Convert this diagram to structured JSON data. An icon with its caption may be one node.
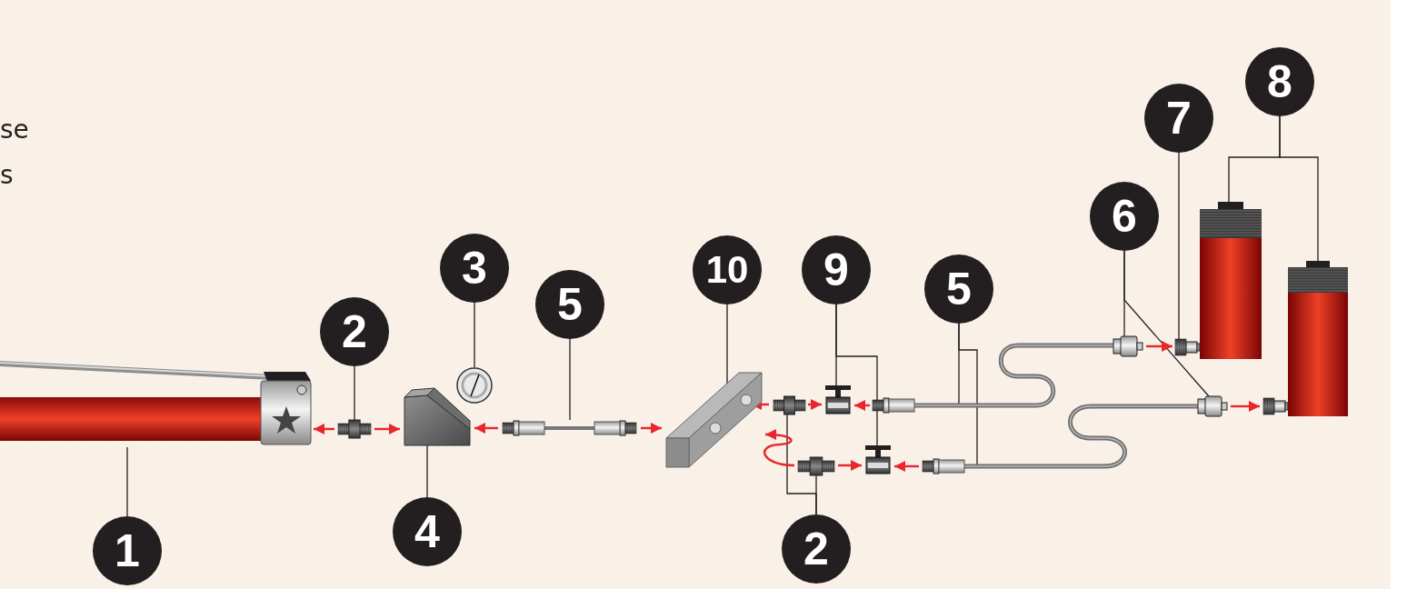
{
  "diagram": {
    "nodes": [
      {
        "text": [
          "1"
        ]
      },
      {
        "text": [
          "2"
        ]
      },
      {
        "text": [
          "3"
        ]
      },
      {
        "text": [
          "4"
        ]
      },
      {
        "text": [
          "5"
        ]
      },
      {
        "text": [
          "10"
        ]
      },
      {
        "text": [
          "9"
        ]
      },
      {
        "text": [
          "5"
        ]
      },
      {
        "text": [
          "6"
        ]
      },
      {
        "text": [
          "7"
        ]
      },
      {
        "text": [
          "8"
        ]
      },
      {
        "text": [
          "2"
        ]
      },
      {
        "text": [],
        "shape": "picture"
      },
      {
        "text": [],
        "shape": "picture"
      },
      {
        "text": [],
        "shape": "picture"
      },
      {
        "text": [],
        "shape": "picture"
      },
      {
        "text": [],
        "shape": "picture"
      },
      {
        "text": [],
        "shape": "picture"
      },
      {
        "text": [],
        "shape": "picture"
      },
      {
        "text": [],
        "shape": "picture"
      },
      {
        "text": [],
        "shape": "picture"
      },
      {
        "text": [],
        "shape": "picture"
      },
      {
        "text": [],
        "shape": "picture"
      },
      {
        "text": [],
        "shape": "picture"
      },
      {
        "text": [],
        "shape": "picture"
      },
      {
        "text": [],
        "shape": "picture"
      },
      {
        "text": [],
        "shape": "picture"
      },
      {
        "text": [],
        "shape": "picture"
      },
      {
        "text": [],
        "shape": "picture"
      },
      {
        "text": [],
        "shape": "picture"
      }
    ],
    "edges": [
      {
        "from": 0,
        "to": 12,
        "arrow": "none"
      },
      {
        "from": 1,
        "to": 13,
        "arrow": "none"
      },
      {
        "from": 2,
        "to": 15,
        "arrow": "none"
      },
      {
        "from": 3,
        "to": 14,
        "arrow": "none"
      },
      {
        "from": 4,
        "to": 16,
        "arrow": "none"
      },
      {
        "from": 5,
        "to": 17,
        "arrow": "none"
      },
      {
        "from": 6,
        "to": 19,
        "arrow": "none"
      },
      {
        "from": 6,
        "to": 22,
        "arrow": "none"
      },
      {
        "from": 7,
        "to": 20,
        "arrow": "none"
      },
      {
        "from": 7,
        "to": 23,
        "arrow": "none"
      },
      {
        "from": 8,
        "to": 24,
        "arrow": "none"
      },
      {
        "from": 8,
        "to": 25,
        "arrow": "none"
      },
      {
        "from": 9,
        "to": 26,
        "arrow": "none"
      },
      {
        "from": 10,
        "to": 28,
        "arrow": "none"
      },
      {
        "from": 10,
        "to": 29,
        "arrow": "none"
      },
      {
        "from": 11,
        "to": 21,
        "arrow": "none"
      },
      {
        "from": 11,
        "to": 18,
        "arrow": "none"
      },
      {
        "from": 13,
        "to": 12,
        "arrow": "to",
        "color": "#e8262b"
      },
      {
        "from": 13,
        "to": 14,
        "arrow": "to",
        "color": "#e8262b"
      },
      {
        "from": 16,
        "to": 14,
        "arrow": "to",
        "color": "#e8262b"
      },
      {
        "from": 16,
        "to": 17,
        "arrow": "to",
        "color": "#e8262b"
      },
      {
        "from": 18,
        "to": 17,
        "arrow": "to",
        "color": "#e8262b"
      },
      {
        "from": 18,
        "to": 19,
        "arrow": "to",
        "color": "#e8262b"
      },
      {
        "from": 20,
        "to": 19,
        "arrow": "to",
        "color": "#e8262b"
      },
      {
        "from": 21,
        "to": 17,
        "arrow": "to",
        "color": "#e8262b"
      },
      {
        "from": 21,
        "to": 22,
        "arrow": "to",
        "color": "#e8262b"
      },
      {
        "from": 23,
        "to": 22,
        "arrow": "to",
        "color": "#e8262b"
      },
      {
        "from": 24,
        "to": 26,
        "arrow": "to",
        "color": "#e8262b"
      },
      {
        "from": 25,
        "to": 27,
        "arrow": "to",
        "color": "#e8262b"
      }
    ],
    "labels": [
      "se",
      "s"
    ]
  }
}
